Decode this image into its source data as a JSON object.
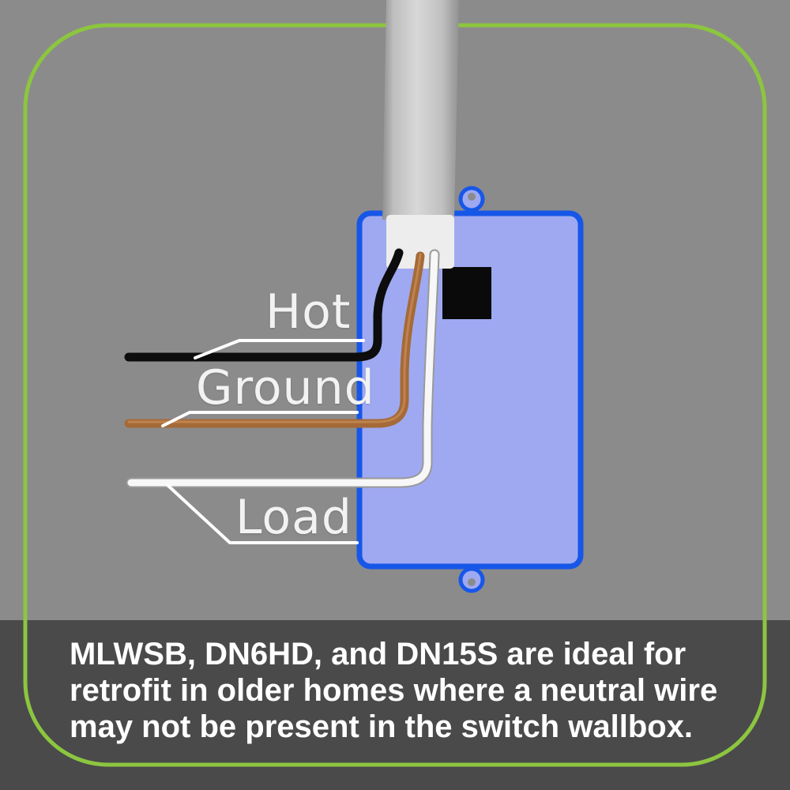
{
  "labels": {
    "hot": "Hot",
    "ground": "Ground",
    "load": "Load"
  },
  "caption": {
    "lines": [
      "MLWSB, DN6HD, and DN15S are ideal for",
      "retrofit in older homes where a neutral wire",
      "may not be present in the switch wallbox."
    ]
  },
  "colors": {
    "frame-green": "#8CC63F",
    "bg-gray": "#8B8B8B",
    "banner-bg": "#4A4A4B",
    "box-fill": "#9FA9F1",
    "box-stroke": "#1757E8",
    "wire-hot": "#0D0D0D",
    "wire-ground": "#A56A38",
    "wire-load": "#F7F7F7",
    "conduit-gray": "#C6C6C6",
    "label-text": "#F2F2F2",
    "caption-text": "#FFFFFF"
  }
}
